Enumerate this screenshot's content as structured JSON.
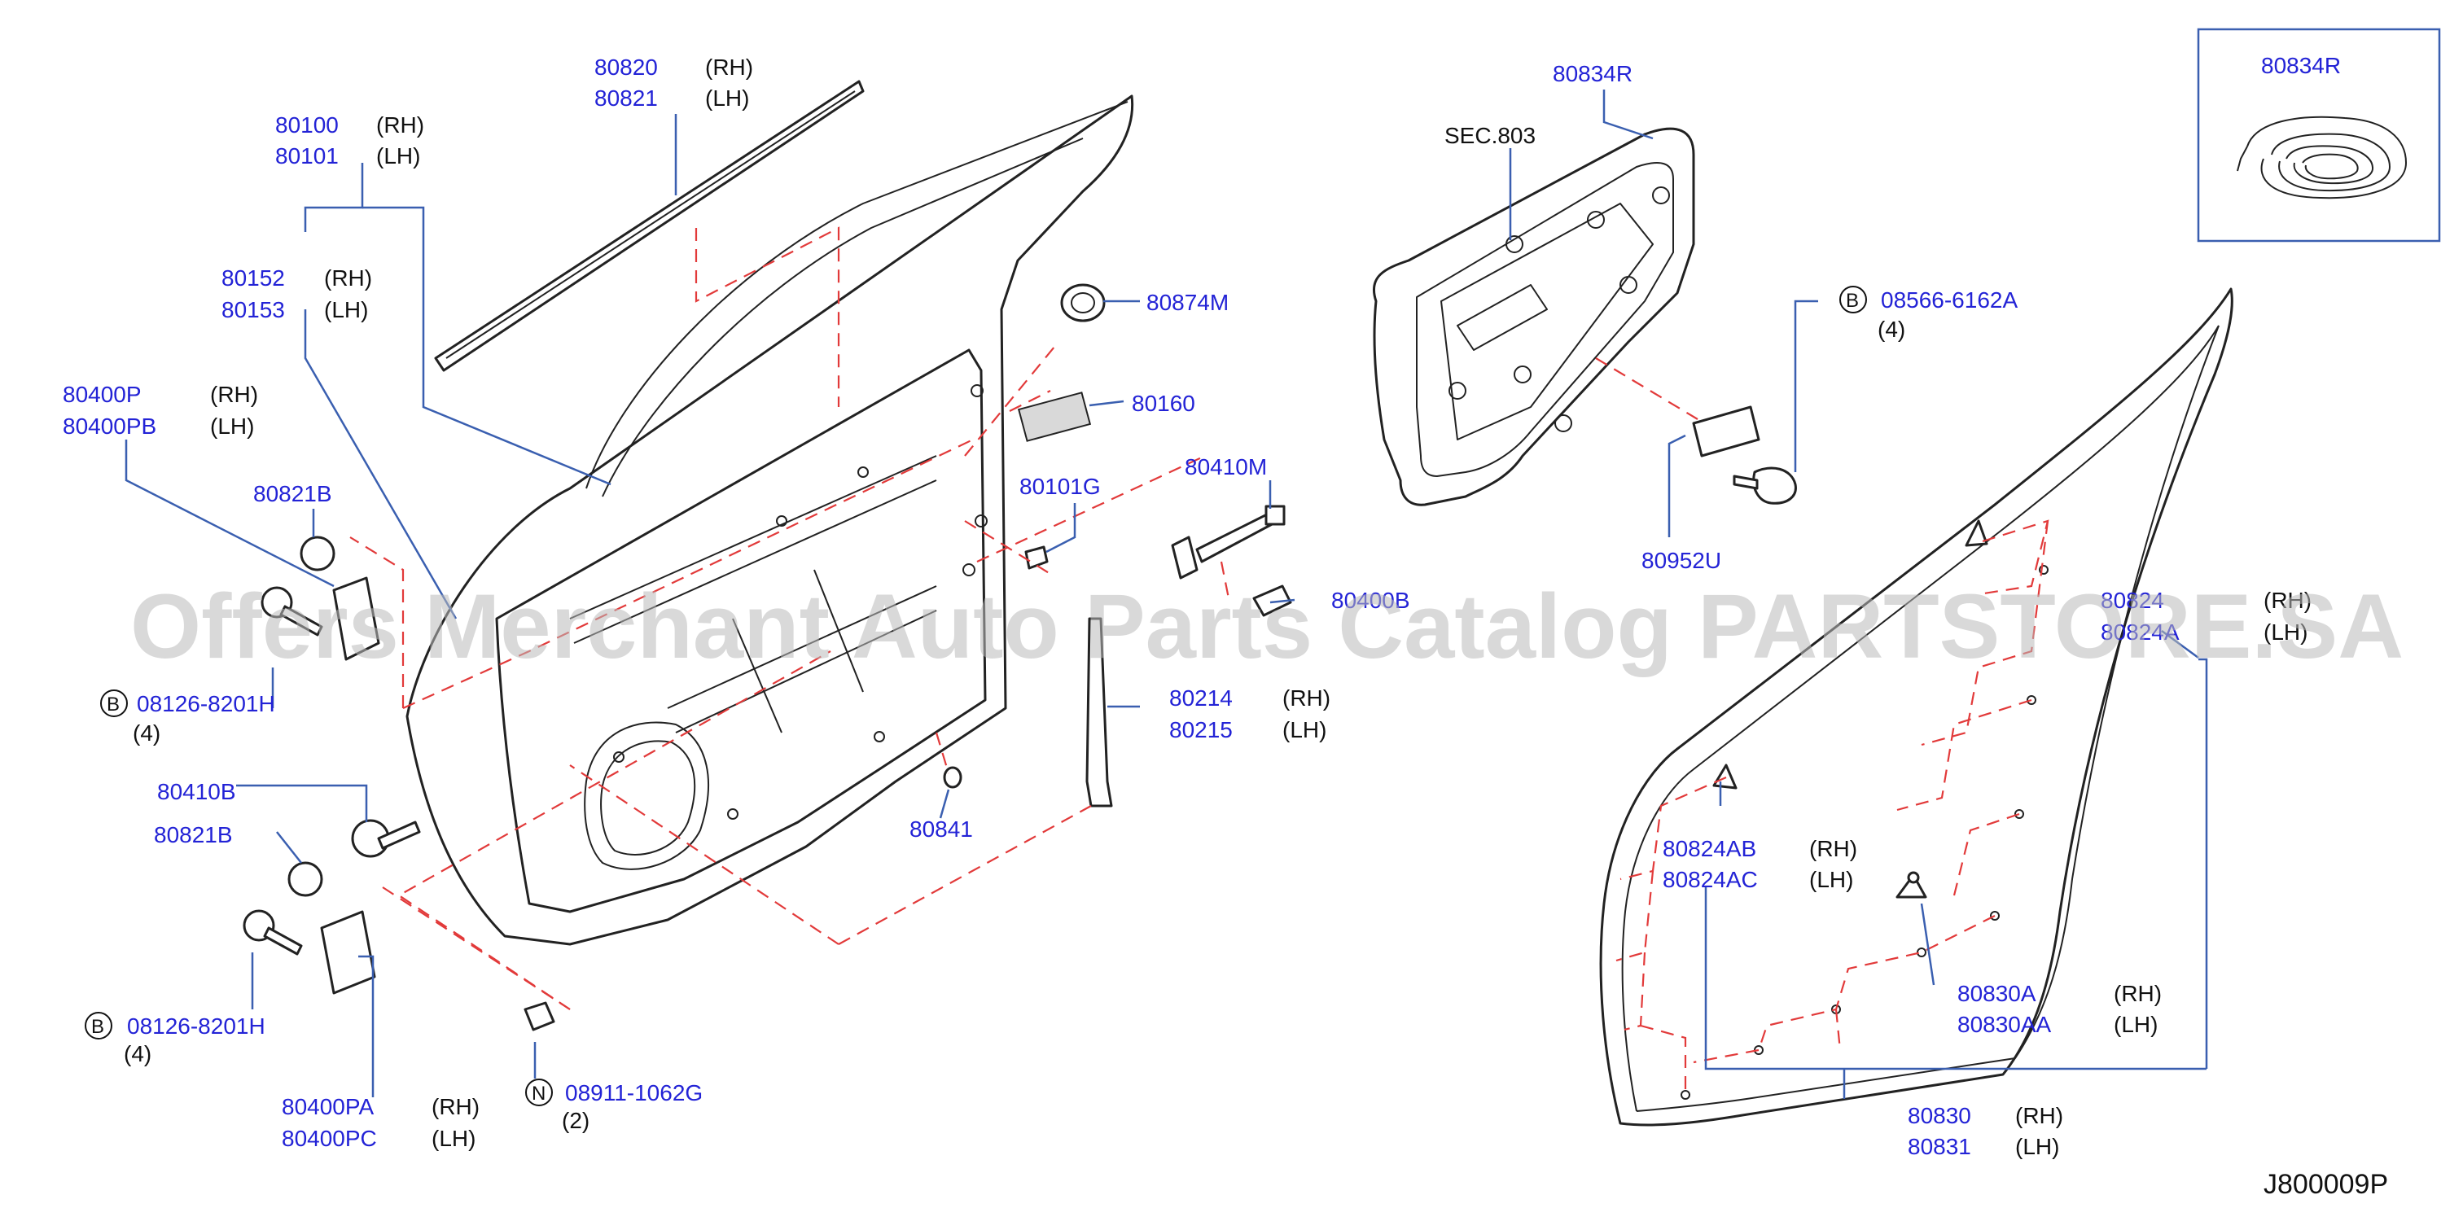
{
  "diagram_id": "J800009P",
  "watermark": "Offers Merchant Auto Parts Catalog PARTSTORE.SA",
  "callouts": [
    {
      "id": "hinge-upper-rh",
      "part": "80400P",
      "side": "(RH)"
    },
    {
      "id": "hinge-upper-lh",
      "part": "80400PB",
      "side": "(LH)"
    },
    {
      "id": "door-shell-rh",
      "part": "80100",
      "side": "(RH)"
    },
    {
      "id": "door-shell-lh",
      "part": "80101",
      "side": "(LH)"
    },
    {
      "id": "panel-rh",
      "part": "80152",
      "side": "(RH)"
    },
    {
      "id": "panel-lh",
      "part": "80153",
      "side": "(LH)"
    },
    {
      "id": "moulding-rh",
      "part": "80820",
      "side": "(RH)"
    },
    {
      "id": "moulding-lh",
      "part": "80821",
      "side": "(LH)"
    },
    {
      "id": "cap-upper",
      "part": "80821B",
      "side": ""
    },
    {
      "id": "cap-lower",
      "part": "80821B",
      "side": ""
    },
    {
      "id": "bolt-lower-hinge",
      "part": "80410B",
      "side": ""
    },
    {
      "id": "hinge-lower-rh",
      "part": "80400PA",
      "side": "(RH)"
    },
    {
      "id": "hinge-lower-lh",
      "part": "80400PC",
      "side": "(LH)"
    },
    {
      "id": "grommet",
      "part": "80874M",
      "side": ""
    },
    {
      "id": "label",
      "part": "80160",
      "side": ""
    },
    {
      "id": "plug",
      "part": "80101G",
      "side": ""
    },
    {
      "id": "check-link",
      "part": "80410M",
      "side": ""
    },
    {
      "id": "bolt-check",
      "part": "80400B",
      "side": ""
    },
    {
      "id": "sash-rh",
      "part": "80214",
      "side": "(RH)"
    },
    {
      "id": "sash-lh",
      "part": "80215",
      "side": "(LH)"
    },
    {
      "id": "hole-plug",
      "part": "80841",
      "side": ""
    },
    {
      "id": "sealing-screen",
      "part": "80834R",
      "side": ""
    },
    {
      "id": "inset-sealing",
      "part": "80834R",
      "side": ""
    },
    {
      "id": "bracket",
      "part": "80952U",
      "side": ""
    },
    {
      "id": "clip-upper-rh",
      "part": "80824",
      "side": "(RH)"
    },
    {
      "id": "clip-upper-lh",
      "part": "80824A",
      "side": "(LH)"
    },
    {
      "id": "clip-mid-rh",
      "part": "80824AB",
      "side": "(RH)"
    },
    {
      "id": "clip-mid-lh",
      "part": "80824AC",
      "side": "(LH)"
    },
    {
      "id": "clip-low-rh",
      "part": "80830A",
      "side": "(RH)"
    },
    {
      "id": "clip-low-lh",
      "part": "80830AA",
      "side": "(LH)"
    },
    {
      "id": "weatherstrip-rh",
      "part": "80830",
      "side": "(RH)"
    },
    {
      "id": "weatherstrip-lh",
      "part": "80831",
      "side": "(LH)"
    }
  ],
  "fasteners": [
    {
      "id": "bolt-upper-hinge",
      "symbol": "B",
      "part": "08126-8201H",
      "qty": "(4)"
    },
    {
      "id": "bolt-lower-hinge-b",
      "symbol": "B",
      "part": "08126-8201H",
      "qty": "(4)"
    },
    {
      "id": "bolt-bracket",
      "symbol": "B",
      "part": "08566-6162A",
      "qty": "(4)"
    },
    {
      "id": "nut-check",
      "symbol": "N",
      "part": "08911-1062G",
      "qty": "(2)"
    }
  ],
  "section_ref": "SEC.803"
}
